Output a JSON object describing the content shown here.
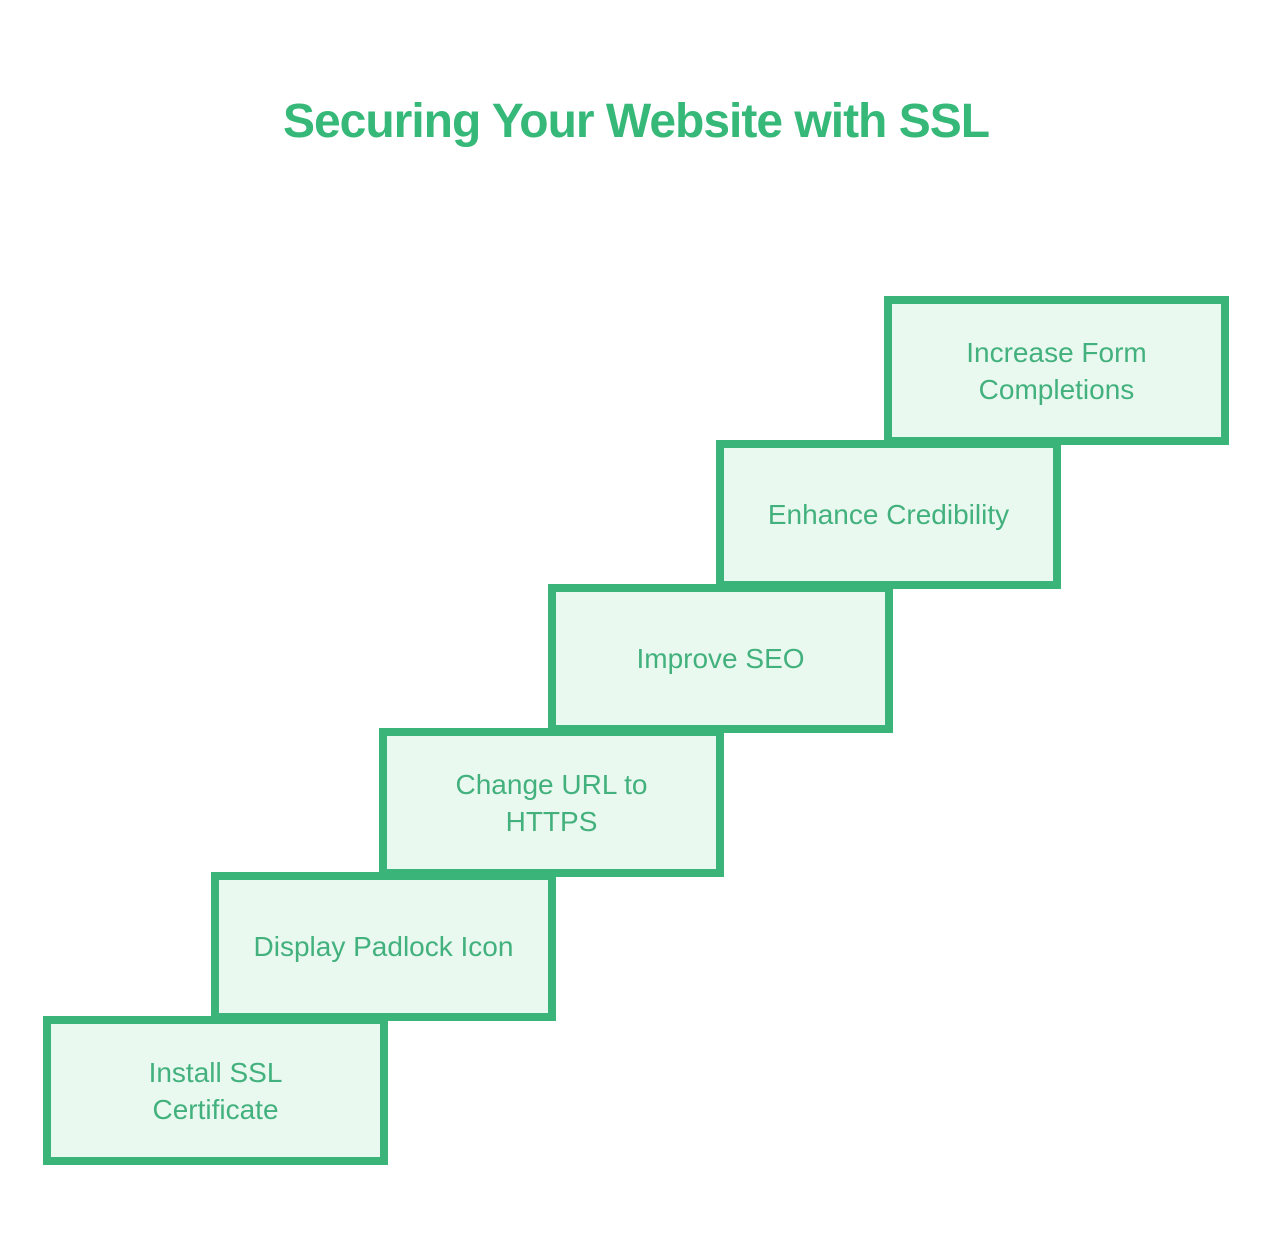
{
  "theme": {
    "page_background": "#ffffff",
    "title_color": "#35b878",
    "border_color": "#3ab478",
    "fill_color": "#e9f9f0",
    "text_color": "#43b17d"
  },
  "header": {
    "title": "Securing Your Website with SSL"
  },
  "diagram": {
    "kind": "staircase-process",
    "direction": "bottom-left-to-top-right",
    "steps": [
      {
        "order": 1,
        "label": "Install SSL\nCertificate"
      },
      {
        "order": 2,
        "label": "Display Padlock Icon"
      },
      {
        "order": 3,
        "label": "Change URL to\nHTTPS"
      },
      {
        "order": 4,
        "label": "Improve SEO"
      },
      {
        "order": 5,
        "label": "Enhance Credibility"
      },
      {
        "order": 6,
        "label": "Increase Form\nCompletions"
      }
    ]
  }
}
